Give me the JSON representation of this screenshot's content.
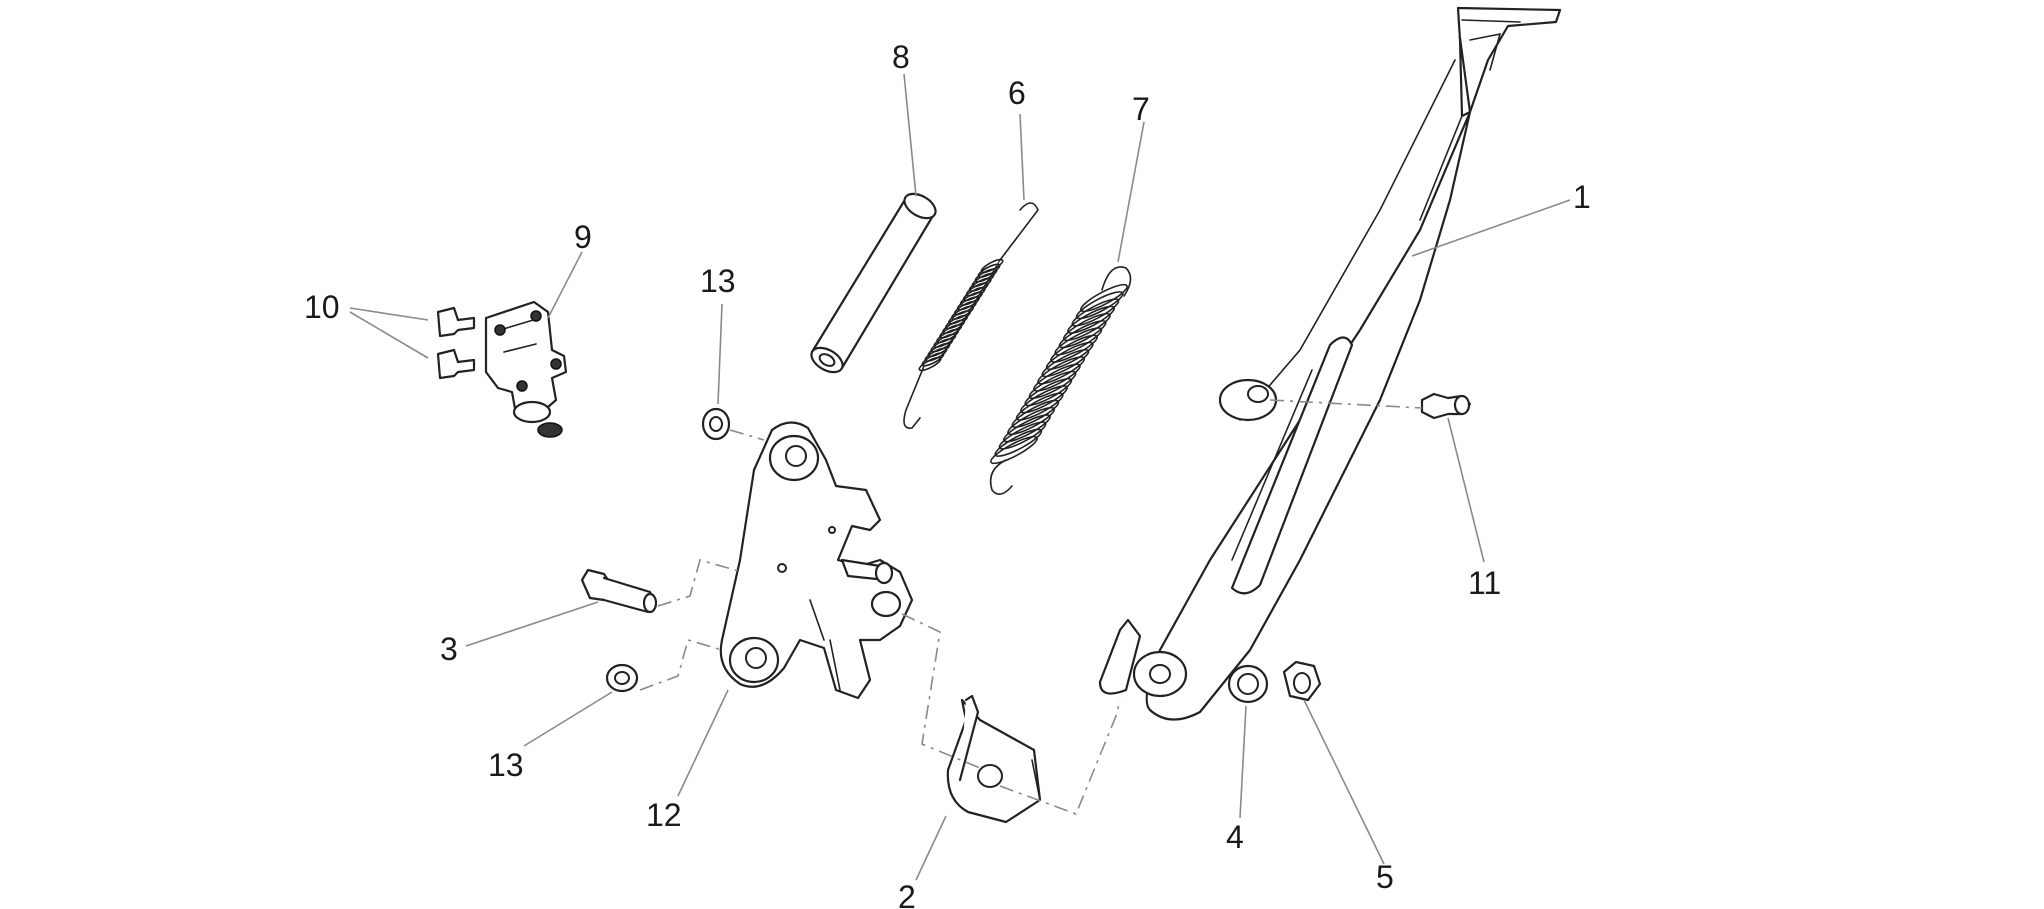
{
  "callouts": {
    "c1": "1",
    "c2": "2",
    "c3": "3",
    "c4": "4",
    "c5": "5",
    "c6": "6",
    "c7": "7",
    "c8": "8",
    "c9": "9",
    "c10": "10",
    "c11": "11",
    "c12": "12",
    "c13a": "13",
    "c13b": "13"
  },
  "colors": {
    "line": "#222222",
    "leader": "#8a8a8a",
    "background": "#ffffff"
  }
}
